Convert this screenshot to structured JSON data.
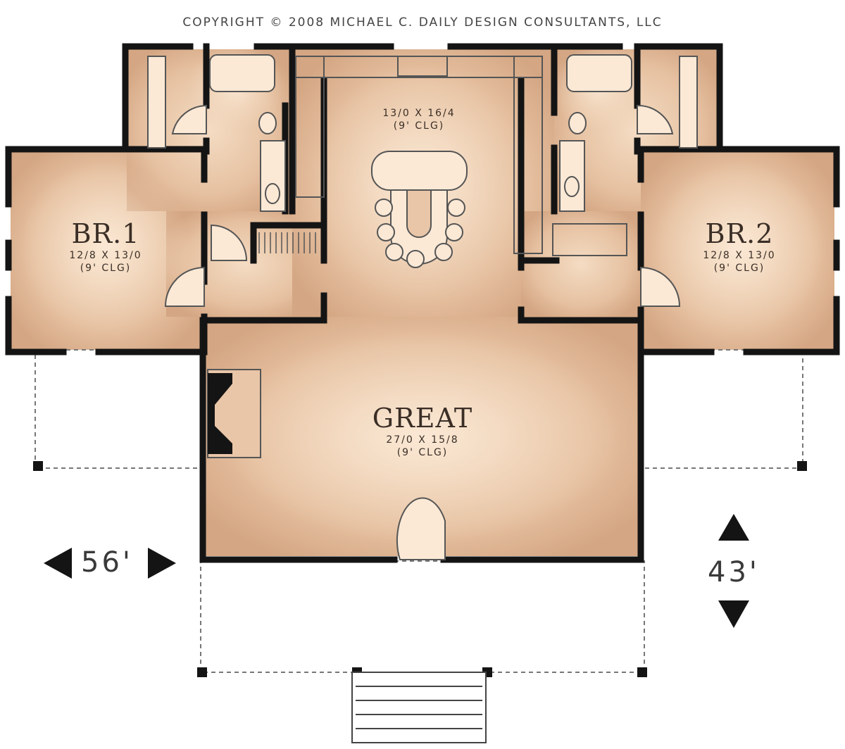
{
  "copyright": "COPYRIGHT © 2008 MICHAEL C. DAILY DESIGN CONSULTANTS, LLC",
  "rooms": {
    "br1": {
      "name": "BR.1",
      "size": "12/8 X 13/0",
      "ceiling": "(9' CLG)"
    },
    "br2": {
      "name": "BR.2",
      "size": "12/8 X 13/0",
      "ceiling": "(9' CLG)"
    },
    "kitchen": {
      "name": "",
      "size": "13/0 X 16/4",
      "ceiling": "(9' CLG)"
    },
    "great": {
      "name": "GREAT",
      "size": "27/0 X 15/8",
      "ceiling": "(9' CLG)"
    }
  },
  "dimensions": {
    "width": "56'",
    "depth": "43'"
  },
  "colors": {
    "wall": "#141414",
    "room_fill": "#e9c6a8",
    "room_edge": "#c99472",
    "glow": "#fbe9d6",
    "porch": "#ffffff"
  }
}
